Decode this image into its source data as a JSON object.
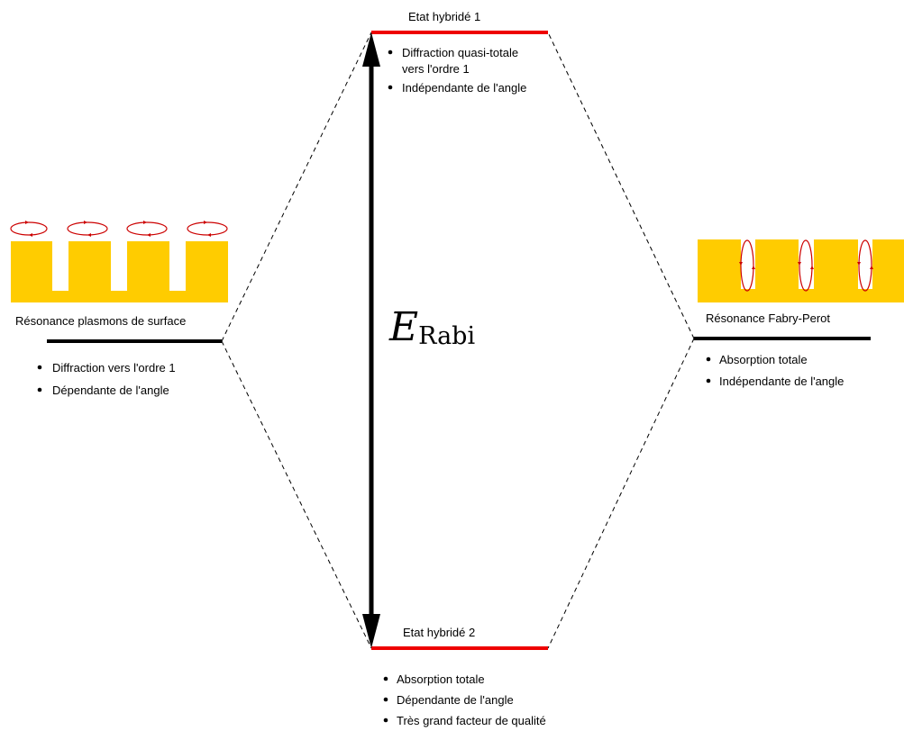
{
  "levels": {
    "left": {
      "title": "Résonance plasmons de surface",
      "bullets": [
        "Diffraction vers l'ordre 1",
        "Dépendante de l'angle"
      ]
    },
    "right": {
      "title": "Résonance Fabry-Perot",
      "bullets": [
        "Absorption totale",
        "Indépendante de l'angle"
      ]
    },
    "top": {
      "title": "Etat hybridé 1",
      "bullets": [
        "Diffraction quasi-totale",
        "vers l'ordre 1",
        "Indépendante de l'angle"
      ]
    },
    "bottom": {
      "title": "Etat hybridé 2",
      "bullets": [
        "Absorption totale",
        "Dépendante de l'angle",
        "Très grand facteur de qualité"
      ]
    }
  },
  "rabi": {
    "symbol": "E",
    "subscript": "Rabi"
  },
  "colors": {
    "gold": "#ffcc00",
    "hybrid_level": "#ee0000",
    "bare_level": "#000000",
    "field_loop": "#cc0000",
    "connector": "#000000"
  }
}
